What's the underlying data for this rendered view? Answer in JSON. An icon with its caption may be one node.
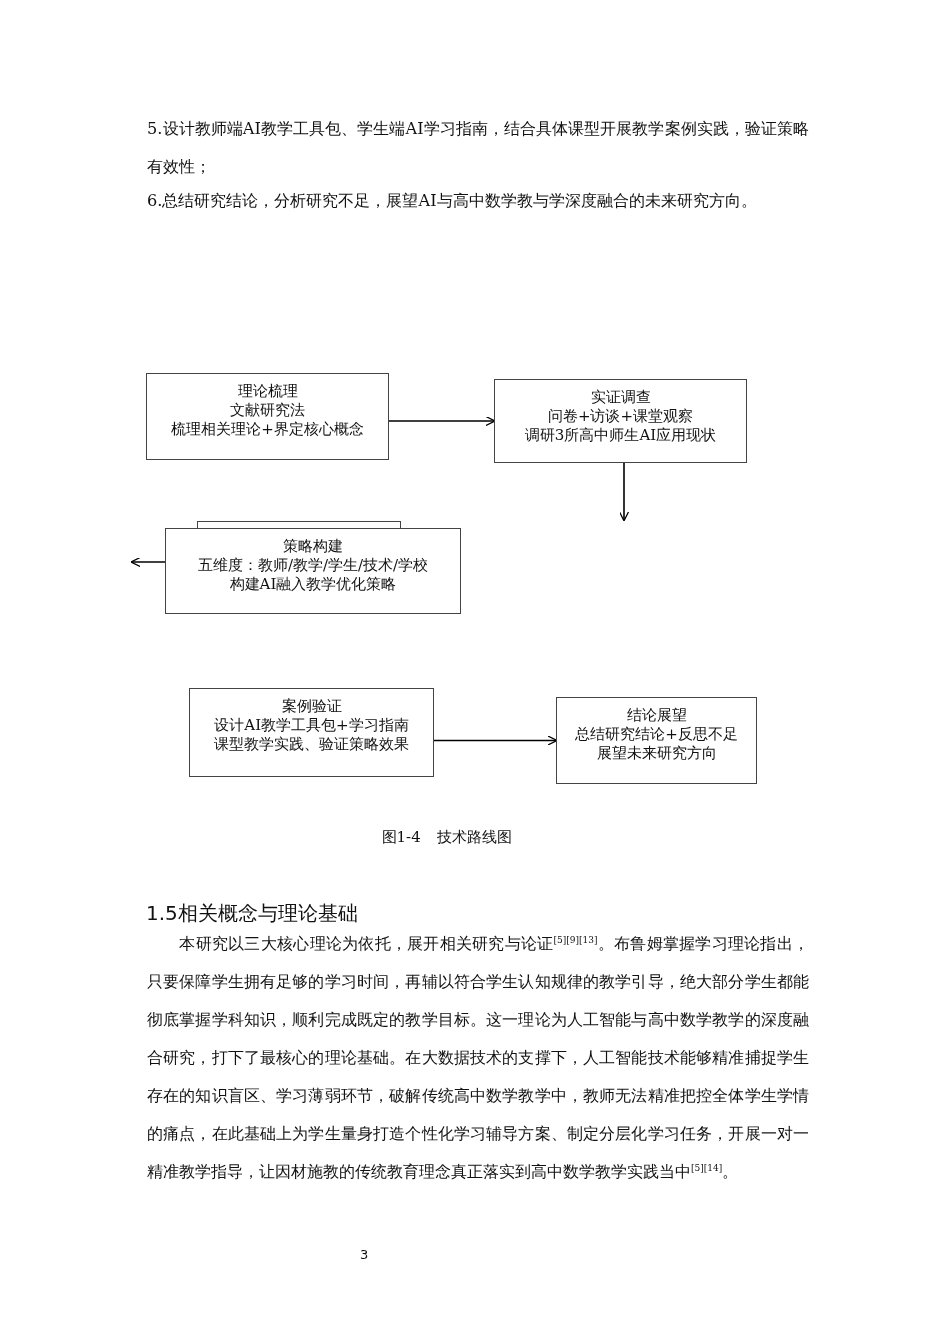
{
  "diagram": {
    "caption": "图1-4 技术路线图",
    "nodes": [
      {
        "text": [
          "理论梳理",
          "文献研究法",
          "梳理相关理论+界定核心概念"
        ]
      },
      {
        "text": [
          "实证调查",
          "问卷+访谈+课堂观察",
          "调研3所高中师生AI应用现状"
        ]
      },
      {
        "text": [],
        "shape": "box"
      },
      {
        "text": [
          "策略构建",
          "五维度：教师/教学/学生/技术/学校",
          "构建AI融入教学优化策略"
        ]
      },
      {
        "text": [
          "案例验证",
          "设计AI教学工具包+学习指南",
          "课型教学实践、验证策略效果"
        ]
      },
      {
        "text": [
          "结论展望",
          "总结研究结论+反思不足",
          "展望未来研究方向"
        ]
      }
    ],
    "edges": [
      {
        "from": 0,
        "to": 1,
        "arrow": "to"
      },
      {
        "from": 1,
        "to": null,
        "arrow": "to"
      },
      {
        "from": 3,
        "to": null,
        "arrow": "to"
      },
      {
        "from": 4,
        "to": 5,
        "arrow": "to"
      }
    ],
    "labels": [
      "5.设计教师端AI教学工具包、学生端AI学习指南，结合具体课型开展教学案例实践，验证策略有效性；",
      "6.总结研究结论，分析研究不足，展望AI与高中数学教与学深度融合的未来研究方向。",
      "1.5相关概念与理论基础",
      "本研究以三大核心理论为依托，展开相关研究与论证$^{[5][9][13]}$。布鲁姆掌握学习理论指出，只要保障学生拥有足够的学习时间，再辅以符合学生认知规律的教学引导，绝大部分学生都能彻底掌握学科知识，顺利完成既定的教学目标。这一理论为人工智能与高中数学教学的深度融合研究，打下了最核心的理论基础。在大数据技术的支撑下，人工智能技术能够精准捕捉学生存在的知识盲区、学习薄弱环节，破解传统高中数学教学中，教师无法精准把控全体学生学情的痛点，在此基础上为学生量身打造个性化学习辅导方案、制定分层化学习任务，开展一对一精准教学指导，让因材施教的传统教育理念真正落实到高中数学教学实践当中$^{[5][14]}$。",
      "3"
    ]
  }
}
